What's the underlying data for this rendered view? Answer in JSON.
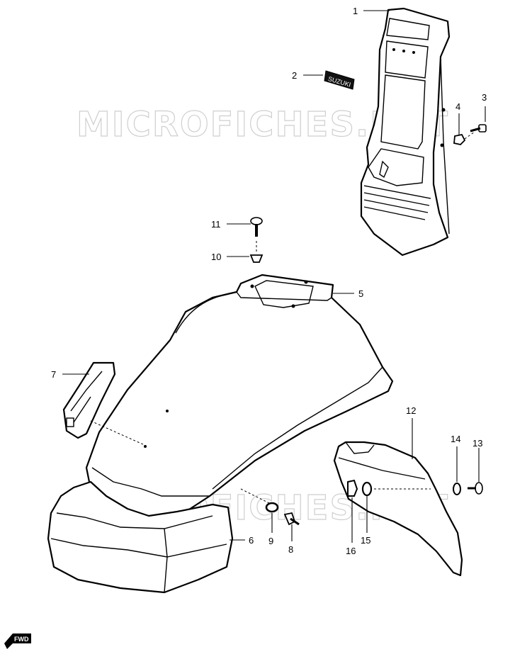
{
  "watermark": "MICROFICHES.NET",
  "emblem_text": "SUZUKI",
  "fwd_label": "FWD",
  "callouts": {
    "c1": "1",
    "c2": "2",
    "c3": "3",
    "c4": "4",
    "c5": "5",
    "c6": "6",
    "c7": "7",
    "c8": "8",
    "c9": "9",
    "c10": "10",
    "c11": "11",
    "c12": "12",
    "c13": "13",
    "c14": "14",
    "c15": "15",
    "c16": "16"
  }
}
